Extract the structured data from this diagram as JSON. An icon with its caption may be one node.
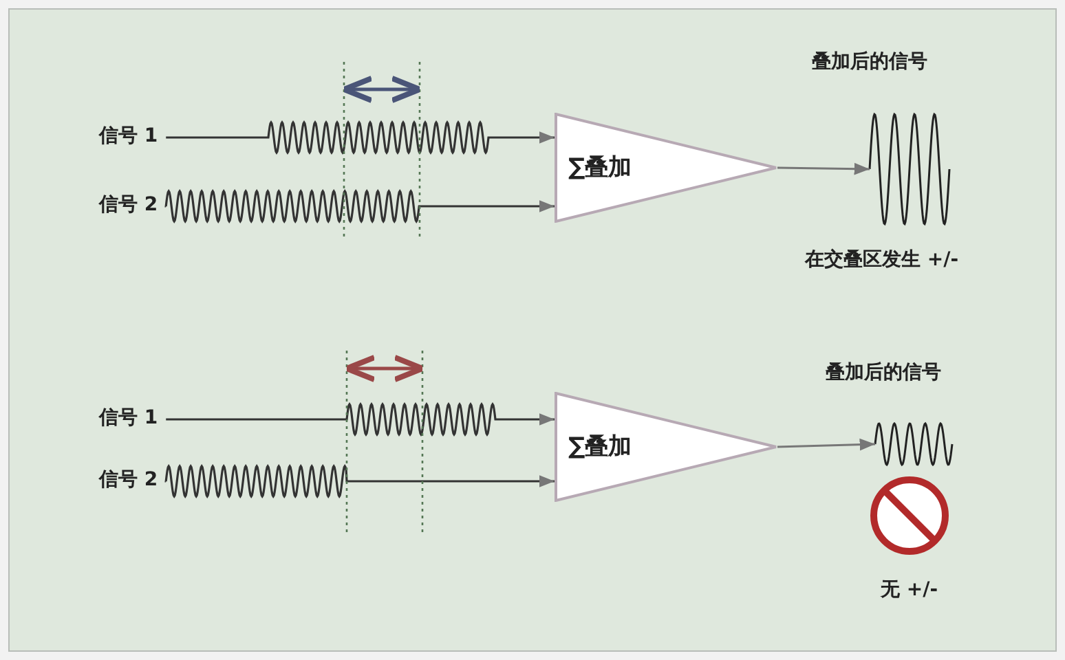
{
  "diagram": {
    "nodes": [
      {
        "text": [
          "信号 1"
        ]
      },
      {
        "text": [
          "信号 2"
        ]
      },
      {
        "text": [
          "∑叠加"
        ]
      },
      {
        "text": [],
        "shape": "picture",
        "beside": [
          "叠加后的信号",
          "在交叠区发生 +/-"
        ]
      },
      {
        "text": [
          "信号 1"
        ]
      },
      {
        "text": [
          "信号 2"
        ]
      },
      {
        "text": [
          "∑叠加"
        ]
      },
      {
        "text": [],
        "shape": "picture",
        "beside": [
          "叠加后的信号"
        ]
      }
    ],
    "edges": [
      {
        "from": 0,
        "to": 2,
        "arrow": "to"
      },
      {
        "from": 1,
        "to": 2,
        "arrow": "to"
      },
      {
        "from": 2,
        "to": 3,
        "arrow": "to"
      },
      {
        "from": 4,
        "to": 6,
        "arrow": "to"
      },
      {
        "from": 5,
        "to": 6,
        "arrow": "to"
      },
      {
        "from": 6,
        "to": 7,
        "arrow": "to"
      }
    ],
    "labels": [
      "无 +/-"
    ]
  }
}
